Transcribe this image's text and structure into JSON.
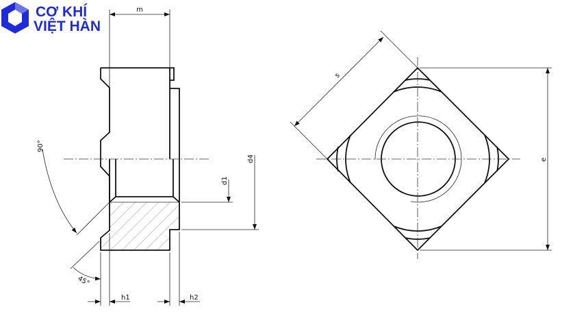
{
  "logo": {
    "line1": "CƠ KHÍ",
    "line2": "VIỆT HÀN",
    "color": "#1f2bd8"
  },
  "labels": {
    "m": "m",
    "d1": "d1",
    "d4": "d4",
    "h1": "h1",
    "h2": "h2",
    "angle_90": "90°",
    "angle_45": "45°",
    "s": "s",
    "e": "e"
  }
}
